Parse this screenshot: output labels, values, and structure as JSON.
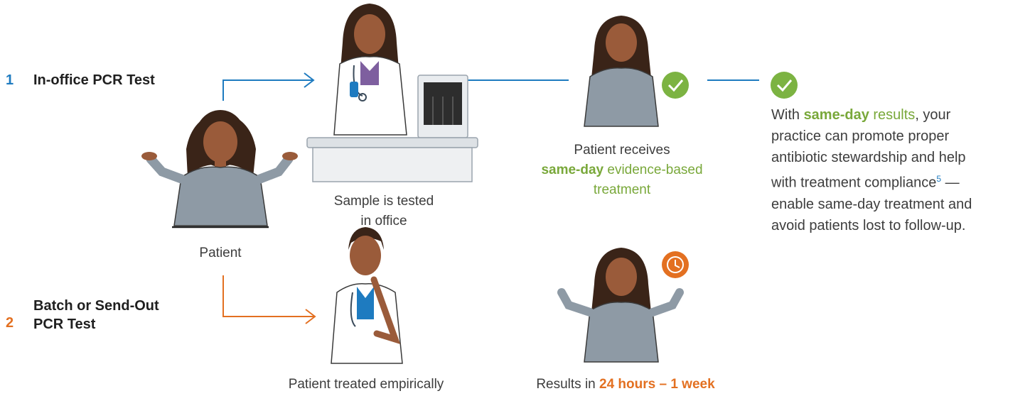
{
  "step1": {
    "number": "1",
    "label": "In-office PCR Test",
    "color": "#1e7bc0"
  },
  "step2": {
    "number": "2",
    "label_line1": "Batch or Send-Out",
    "label_line2": "PCR Test",
    "color": "#e37021"
  },
  "patient": {
    "caption": "Patient"
  },
  "sample": {
    "line1": "Sample is tested",
    "line2": "in office"
  },
  "receives": {
    "line1": "Patient receives",
    "highlight": "same-day",
    "line2_rest": " evidence-based",
    "line3": "treatment"
  },
  "side": {
    "prefix": "With ",
    "highlight": "same-day",
    "highlight_rest": " results",
    "line1_end": ", your",
    "line2": "practice can promote proper",
    "line3": "antibiotic stewardship and help",
    "line4_start": "with treatment compliance",
    "superscript": "5",
    "line4_end": " —",
    "line5": "enable same-day treatment and",
    "line6": "avoid patients lost to follow-up."
  },
  "empiric": {
    "caption": "Patient treated empirically"
  },
  "results": {
    "prefix": "Results in ",
    "highlight": "24 hours – 1 week"
  },
  "colors": {
    "blue": "#1e7bc0",
    "orange": "#e37021",
    "green": "#79a83a",
    "check_green": "#7cb342",
    "shirt": "#8e9aa5",
    "skin": "#9a5b3a",
    "hair": "#3a2418"
  },
  "icons": [
    "check-icon",
    "clock-icon",
    "pcr-machine-icon"
  ]
}
